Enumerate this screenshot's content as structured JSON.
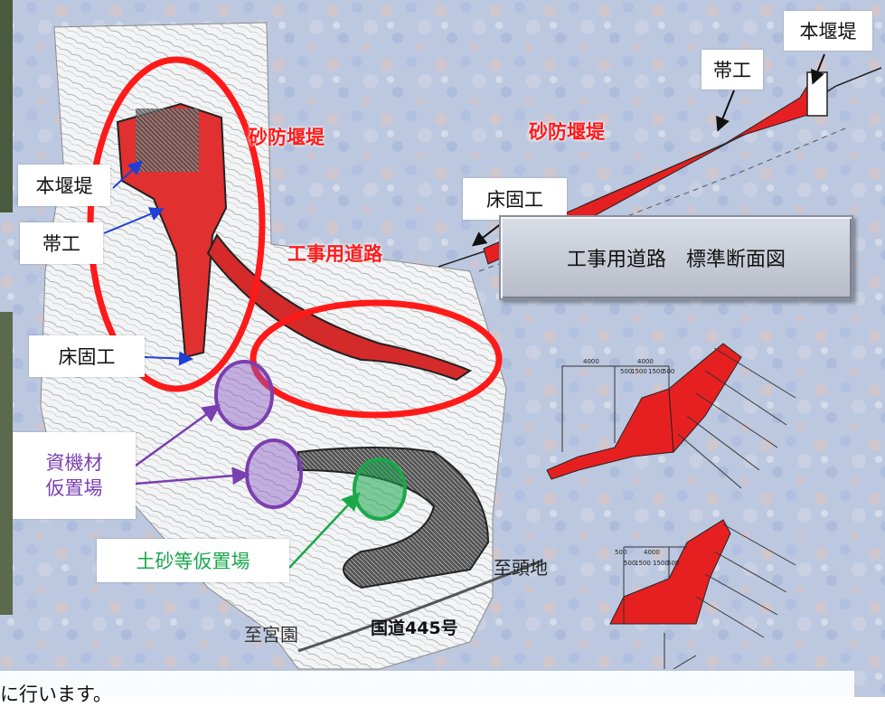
{
  "labels": {
    "honentei_top": "本堰堤",
    "obiko_top": "帯工",
    "sabo_right": "砂防堰堤",
    "tokoko_right": "床固工",
    "road_section_title": "工事用道路　標準断面図",
    "sabo_left": "砂防堰堤",
    "honentei_left": "本堰堤",
    "obiko_left": "帯工",
    "road_label": "工事用道路",
    "tokoko_left": "床固工",
    "materials_yard_line1": "資機材",
    "materials_yard_line2": "仮置場",
    "soil_yard": "土砂等仮置場",
    "to_zuchi": "至頭地",
    "to_miyazono": "至宮園",
    "route": "国道445号",
    "bottom_text": "に行います。"
  },
  "section_dims": {
    "upper": [
      "4000",
      "4000",
      "500",
      "1500",
      "1500",
      "500"
    ],
    "lower": [
      "500",
      "4000",
      "500",
      "1500",
      "1500",
      "500"
    ]
  },
  "colors": {
    "accent_red": "#ff1a1a",
    "purple": "#7a3fb0",
    "green": "#1aa84a",
    "blue": "#1f3fd6",
    "background": "#b9c6de"
  }
}
